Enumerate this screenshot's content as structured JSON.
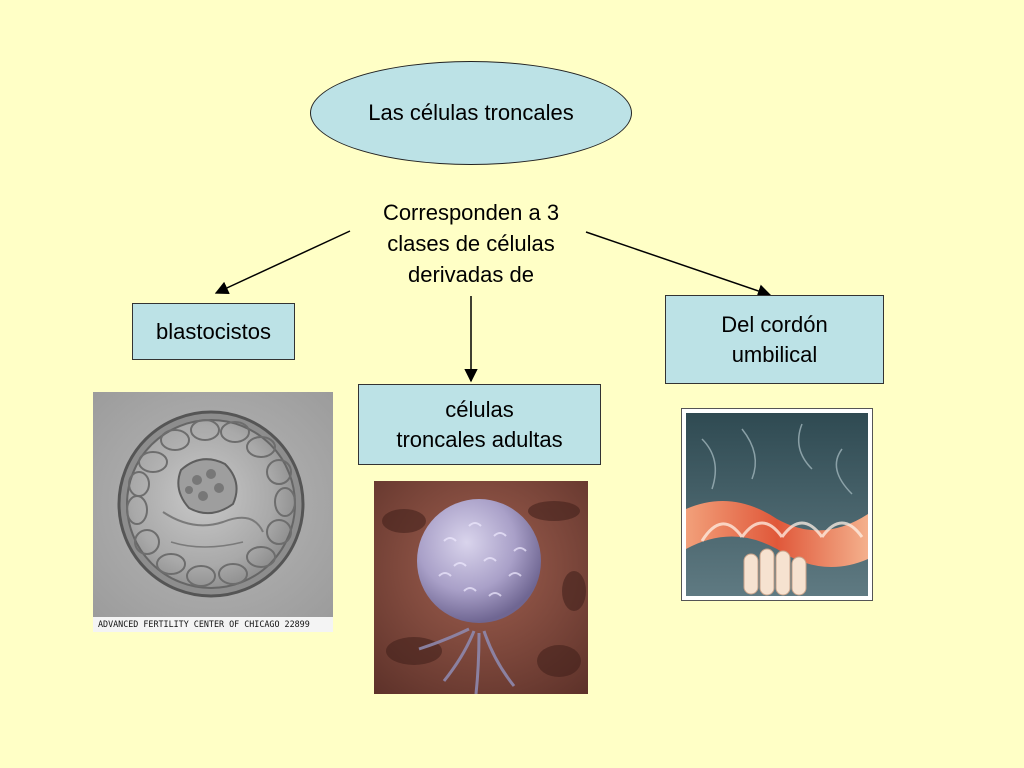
{
  "diagram": {
    "title": "Las células troncales",
    "subtitle_lines": [
      "Corresponden a 3",
      "clases de células",
      "derivadas de"
    ],
    "branches": [
      {
        "label_lines": [
          "blastocistos"
        ],
        "image": "blastocyst-photo"
      },
      {
        "label_lines": [
          "células",
          "troncales adultas"
        ],
        "image": "adult-stem-cell-photo"
      },
      {
        "label_lines": [
          "Del cordón",
          "umbilical"
        ],
        "image": "umbilical-cord-photo"
      }
    ],
    "photo_caption": "ADVANCED FERTILITY  CENTER OF CHICAGO  22899"
  },
  "colors": {
    "background": "#ffffc6",
    "node_fill": "#bce2e6",
    "border": "#222222",
    "arrow": "#000000"
  }
}
